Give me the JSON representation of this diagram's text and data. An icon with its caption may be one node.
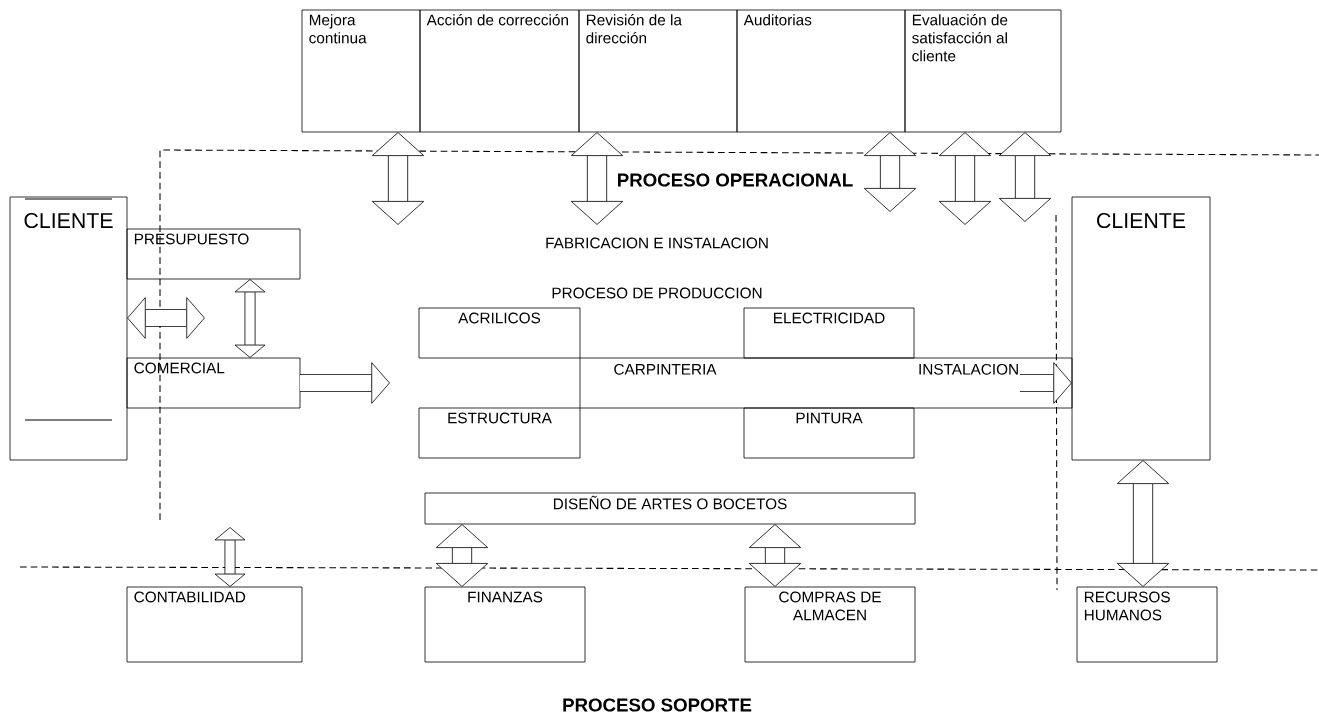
{
  "diagram": {
    "nodes": [
      {
        "text": [
          "Mejora continua"
        ]
      },
      {
        "text": [
          "Acción de corrección"
        ]
      },
      {
        "text": [
          "Revisión de la dirección"
        ]
      },
      {
        "text": [
          "Auditorias"
        ]
      },
      {
        "text": [
          "Evaluación de satisfacción al cliente"
        ]
      },
      {
        "text": [
          "CLIENTE"
        ]
      },
      {
        "text": [
          "PRESUPUESTO"
        ]
      },
      {
        "text": [
          "ACRILICOS"
        ]
      },
      {
        "text": [
          "ELECTRICIDAD"
        ]
      },
      {
        "text": [
          "CLIENTE"
        ]
      },
      {
        "text": [
          "COMERCIAL"
        ]
      },
      {
        "text": [],
        "shape": "band"
      },
      {
        "text": [
          "CARPINTERIA"
        ],
        "in": 11
      },
      {
        "text": [
          "INSTALACION"
        ],
        "in": 11
      },
      {
        "text": [
          "ESTRUCTURA"
        ]
      },
      {
        "text": [
          "PINTURA"
        ]
      },
      {
        "text": [
          "DISEÑO DE ARTES O BOCETOS"
        ]
      },
      {
        "text": [
          "CONTABILIDAD"
        ]
      },
      {
        "text": [
          "FINANZAS"
        ]
      },
      {
        "text": [
          "COMPRAS DE ALMACEN"
        ]
      },
      {
        "text": [
          "RECURSOS HUMANOS"
        ]
      }
    ],
    "edges": [
      {
        "from": 0,
        "to": null,
        "arrow": "both"
      },
      {
        "from": 2,
        "to": null,
        "arrow": "both"
      },
      {
        "from": 3,
        "to": null,
        "arrow": "both"
      },
      {
        "from": 4,
        "to": null,
        "arrow": "both"
      },
      {
        "from": 4,
        "to": null,
        "arrow": "both"
      },
      {
        "from": 5,
        "to": null,
        "arrow": "both"
      },
      {
        "from": 6,
        "to": 10,
        "arrow": "both"
      },
      {
        "from": 10,
        "to": null,
        "arrow": "to"
      },
      {
        "from": 13,
        "to": 9,
        "arrow": "to"
      },
      {
        "from": 16,
        "to": 18,
        "arrow": "both"
      },
      {
        "from": 16,
        "to": 19,
        "arrow": "both"
      },
      {
        "from": 9,
        "to": 20,
        "arrow": "both"
      },
      {
        "from": 17,
        "to": null,
        "arrow": "both"
      }
    ],
    "labels": [
      "PROCESO OPERACIONAL",
      "FABRICACION E INSTALACION",
      "PROCESO DE PRODUCCION",
      "PROCESO SOPORTE"
    ]
  }
}
